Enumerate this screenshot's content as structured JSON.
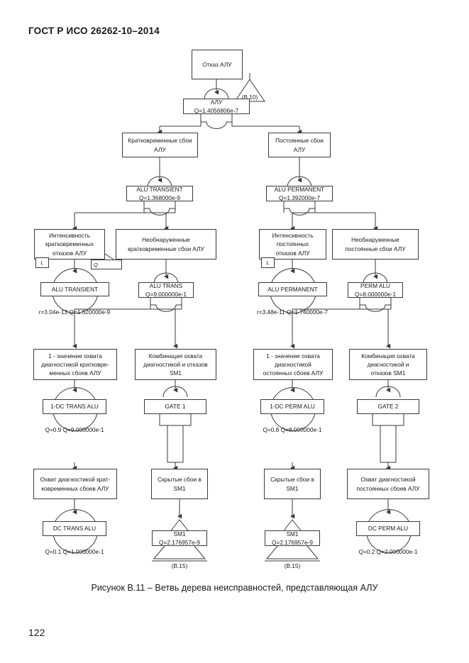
{
  "page": {
    "header": "ГОСТ Р ИСО 26262-10–2014",
    "number": "122",
    "caption": "Рисунок В.11 –  Ветвь дерева неисправностей, представляющая АЛУ"
  },
  "diagram": {
    "top_event": {
      "label_line1": "Отказ АЛУ"
    },
    "transfer_in": {
      "label": "(В.10)"
    },
    "alu_gate_event": {
      "name": "АЛУ",
      "q": "Q=1.4056806e-7"
    },
    "row2": {
      "left_node": {
        "line1": "Кратковременные сбои",
        "line2": "АЛУ"
      },
      "right_node": {
        "line1": "Постоянные сбои",
        "line2": "АЛУ"
      },
      "left_event": {
        "name": "ALU TRANSIENT",
        "q": "Q=1.368000e-9"
      },
      "right_event": {
        "name": "ALU PERMANENT",
        "q": "Q=1.392000e-7"
      }
    },
    "row3": {
      "n1": {
        "line1": "Интенсивность",
        "line2": "кратковременных",
        "line3": "отказов АЛУ"
      },
      "n2": {
        "line1": "Необнаруженные",
        "line2": "кратковременные сбои АЛУ"
      },
      "n3": {
        "line1": "Интенсивность",
        "line2": "постоянных",
        "line3": "отказов АЛУ"
      },
      "n4": {
        "line1": "Необнаруженные",
        "line2": "постоянные сбои АЛУ"
      },
      "e1": {
        "name": "ALU TRANSIENT",
        "r": "r=3.04e-13",
        "q": "Q=1.520000e-9"
      },
      "e2": {
        "name": "ALU TRANS",
        "q": "Q=9.000000e-1"
      },
      "e3": {
        "name": "ALU PERMANENT",
        "r": "r=3.48e-11",
        "q": "Q=1.740000e-7"
      },
      "e4": {
        "name": "PERM ALU",
        "q": "Q=8.000000e-1"
      },
      "tag_l1": "L",
      "tag_q1": "Q",
      "tag_l2": "L"
    },
    "row4": {
      "n1": {
        "line1": "1 - значение охвата",
        "line2": "диагностикой  кратковре-",
        "line3": "менных сбоев АЛУ"
      },
      "n2": {
        "line1": "Комбинация охвата",
        "line2": "диагностикой  и отказов",
        "line3": "SM1"
      },
      "n3": {
        "line1": "1 - значение охвата",
        "line2": "диагностикой",
        "line3": "остоянных сбоев АЛУ"
      },
      "n4": {
        "line1": "Комбинация охвата",
        "line2": "диагностикой  и",
        "line3": "отказов SM1"
      },
      "e1": {
        "name": "1-DC TRANS ALU",
        "q1": "Q=0.9",
        "q2": "Q=9.000000e-1"
      },
      "e2": {
        "name": "GATE 1"
      },
      "e3": {
        "name": "1-DC PERM ALU",
        "q1": "Q=0.8",
        "q2": "Q=8.000000e-1"
      },
      "e4": {
        "name": "GATE 2"
      }
    },
    "row5": {
      "n1": {
        "line1": "Охват диагностикой  крат-",
        "line2": "ковременных сбоев АЛУ"
      },
      "n2": {
        "line1": "Скрытые сбои в",
        "line2": "SM1"
      },
      "n3": {
        "line1": "Скрытые сбои в",
        "line2": "SM1"
      },
      "n4": {
        "line1": "Охват диагностикой",
        "line2": "постоянных сбоев АЛУ"
      },
      "e1": {
        "name": "DC TRANS ALU",
        "q1": "Q=0.1",
        "q2": "Q=1.000000e-1"
      },
      "e2": {
        "name": "SM1",
        "q": "Q=2.176957e-9",
        "transfer": "(В.15)"
      },
      "e3": {
        "name": "SM1",
        "q": "Q=2.176957e-9",
        "transfer": "(В.15)"
      },
      "e4": {
        "name": "DC PERM ALU",
        "q1": "Q=0.2",
        "q2": "Q=2.000000e-1"
      }
    }
  }
}
